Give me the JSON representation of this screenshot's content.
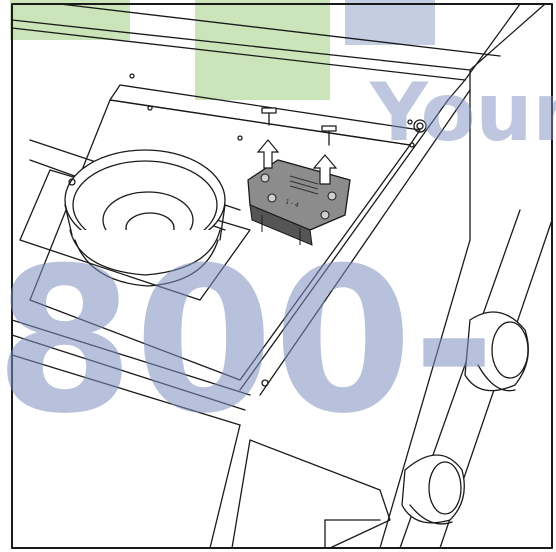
{
  "watermark": {
    "word_text": "Your",
    "number_text": "800-",
    "color": "#7f90c0",
    "accent": "#69b23a"
  },
  "component_labels": {
    "arrow_left": "↑",
    "arrow_right": "↑",
    "module_text": "1 - 4"
  },
  "colors": {
    "line": "#1a1a1a",
    "module_fill": "#8c8c8c",
    "module_dark": "#555555",
    "background": "#ffffff"
  }
}
